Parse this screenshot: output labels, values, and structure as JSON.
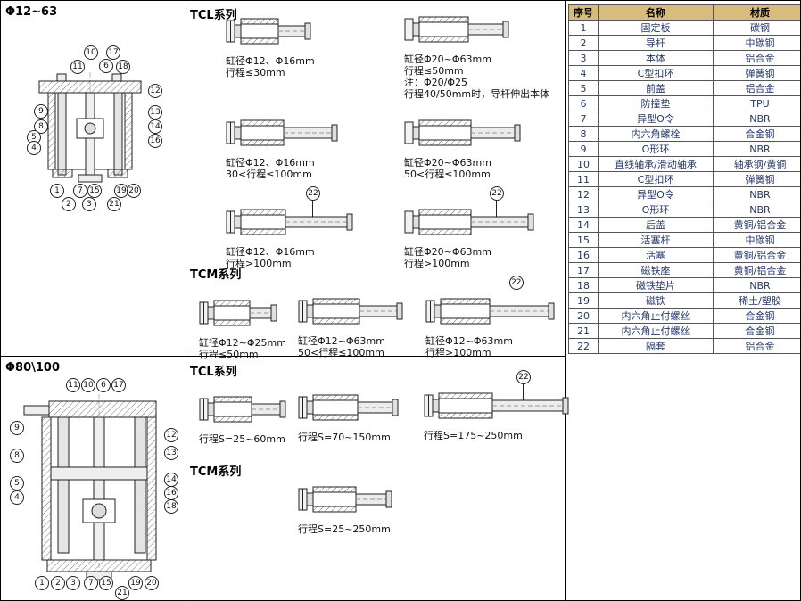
{
  "sections": {
    "top_left": {
      "title": "Φ12~63"
    },
    "bottom_left": {
      "title": "Φ80\\100"
    },
    "top_middle": {
      "tcl_header": "TCL系列",
      "tcm_header": "TCM系列",
      "tcl_items": [
        {
          "caption": [
            "缸径Φ12、Φ16mm",
            "行程≤30mm"
          ]
        },
        {
          "caption": [
            "缸径Φ20~Φ63mm",
            "行程≤50mm",
            "注：Φ20/Φ25",
            "行程40/50mm时，导杆伸出本体"
          ]
        },
        {
          "caption": [
            "缸径Φ12、Φ16mm",
            "30<行程≤100mm"
          ]
        },
        {
          "caption": [
            "缸径Φ20~Φ63mm",
            "50<行程≤100mm"
          ]
        },
        {
          "caption": [
            "缸径Φ12、Φ16mm",
            "行程>100mm"
          ],
          "callout": "22"
        },
        {
          "caption": [
            "缸径Φ20~Φ63mm",
            "行程>100mm"
          ],
          "callout": "22"
        }
      ],
      "tcm_items": [
        {
          "caption": [
            "缸径Φ12~Φ25mm",
            "行程≤50mm"
          ]
        },
        {
          "caption": [
            "缸径Φ12~Φ63mm",
            "50<行程≤100mm"
          ]
        },
        {
          "caption": [
            "缸径Φ12~Φ63mm",
            "行程>100mm"
          ],
          "callout": "22"
        }
      ]
    },
    "bottom_middle": {
      "tcl_header": "TCL系列",
      "tcm_header": "TCM系列",
      "tcl_items": [
        {
          "caption": [
            "行程S=25~60mm"
          ]
        },
        {
          "caption": [
            "行程S=70~150mm"
          ]
        },
        {
          "caption": [
            "行程S=175~250mm"
          ],
          "callout": "22"
        }
      ],
      "tcm_items": [
        {
          "caption": [
            "行程S=25~250mm"
          ]
        }
      ]
    }
  },
  "drawings": {
    "small_bore": {
      "callouts": [
        "10",
        "17",
        "11",
        "6",
        "18",
        "12",
        "13",
        "14",
        "16",
        "9",
        "8",
        "5",
        "4",
        "1",
        "7",
        "15",
        "19",
        "20",
        "2",
        "3",
        "21"
      ]
    },
    "large_bore": {
      "callouts": [
        "11",
        "10",
        "6",
        "17",
        "12",
        "13",
        "14",
        "16",
        "18",
        "9",
        "8",
        "5",
        "4",
        "1",
        "2",
        "3",
        "7",
        "15",
        "21",
        "19",
        "20"
      ]
    }
  },
  "table": {
    "headers": [
      "序号",
      "名称",
      "材质"
    ],
    "rows": [
      [
        "1",
        "固定板",
        "碳钢"
      ],
      [
        "2",
        "导杆",
        "中碳钢"
      ],
      [
        "3",
        "本体",
        "铝合金"
      ],
      [
        "4",
        "C型扣环",
        "弹簧钢"
      ],
      [
        "5",
        "前盖",
        "铝合金"
      ],
      [
        "6",
        "防撞垫",
        "TPU"
      ],
      [
        "7",
        "异型O令",
        "NBR"
      ],
      [
        "8",
        "内六角螺栓",
        "合金钢"
      ],
      [
        "9",
        "O形环",
        "NBR"
      ],
      [
        "10",
        "直线轴承/滑动轴承",
        "轴承钢/黄铜"
      ],
      [
        "11",
        "C型扣环",
        "弹簧钢"
      ],
      [
        "12",
        "异型O令",
        "NBR"
      ],
      [
        "13",
        "O形环",
        "NBR"
      ],
      [
        "14",
        "后盖",
        "黄铜/铝合金"
      ],
      [
        "15",
        "活塞杆",
        "中碳钢"
      ],
      [
        "16",
        "活塞",
        "黄铜/铝合金"
      ],
      [
        "17",
        "磁铁座",
        "黄铜/铝合金"
      ],
      [
        "18",
        "磁铁垫片",
        "NBR"
      ],
      [
        "19",
        "磁铁",
        "稀土/塑胶"
      ],
      [
        "20",
        "内六角止付螺丝",
        "合金钢"
      ],
      [
        "21",
        "内六角止付螺丝",
        "合金钢"
      ],
      [
        "22",
        "隔套",
        "铝合金"
      ]
    ]
  },
  "colors": {
    "table_header_bg": "#d7bd7c",
    "table_text": "#26376b",
    "line": "#222222"
  }
}
